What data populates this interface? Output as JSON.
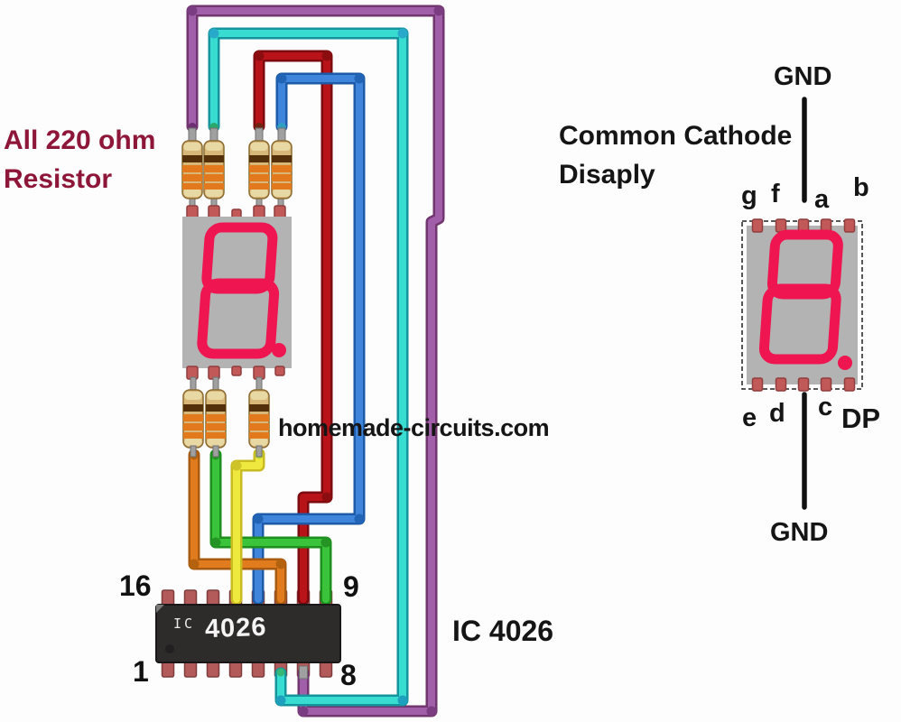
{
  "left_panel": {
    "resistor_note": {
      "line1": "All 220 ohm",
      "line2": "Resistor"
    },
    "watermark": "homemade-circuits.com",
    "display": {
      "digit": "8",
      "has_decimal_point": true
    },
    "ic": {
      "prefix": "IC",
      "number": "4026",
      "side_label": "IC 4026",
      "pin_top_left": "16",
      "pin_bottom_left": "1",
      "pin_top_right": "9",
      "pin_bottom_right": "8"
    }
  },
  "right_panel": {
    "title": {
      "line1": "Common Cathode",
      "line2": "Disaply"
    },
    "gnd_top": "GND",
    "gnd_bottom": "GND",
    "display": {
      "digit": "8",
      "has_decimal_point": true
    },
    "pins_top": [
      "g",
      "f",
      "a",
      "b"
    ],
    "pins_bottom": [
      "e",
      "d",
      "c",
      "DP"
    ]
  },
  "colors": {
    "wire_purple": "#a05fa8",
    "wire_cyan": "#38dcd0",
    "wire_red": "#b81318",
    "wire_blue": "#3f85dc",
    "wire_orange": "#e07b1e",
    "wire_green": "#3bc43b",
    "wire_yellow": "#efe83e",
    "segment_color": "#ee1550",
    "display_body": "#b3b3b3",
    "resistor_body": "#d8b878",
    "ic_body": "#2e2b2b",
    "note_text": "#8e1638"
  }
}
